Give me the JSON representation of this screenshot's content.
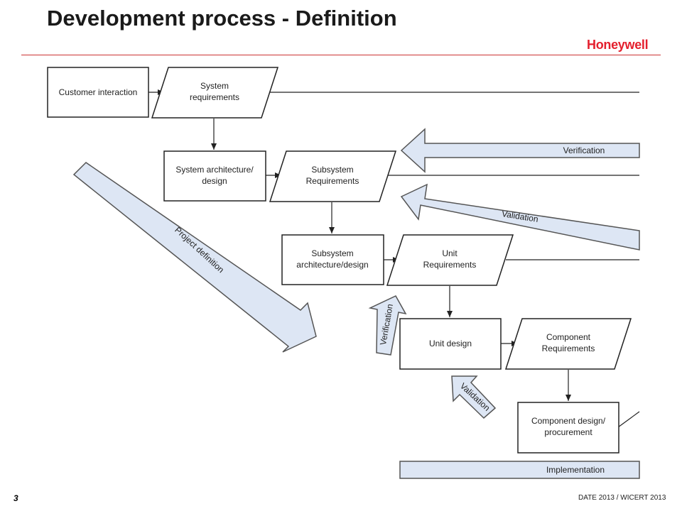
{
  "slide": {
    "title": "Development process - Definition",
    "logo": "Honeywell",
    "page_number": "3",
    "footer": "DATE 2013 / WICERT 2013"
  },
  "diagram": {
    "nodes": {
      "customer_interaction": "Customer interaction",
      "system_requirements": [
        "System",
        "requirements"
      ],
      "system_architecture": [
        "System architecture/",
        "design"
      ],
      "subsystem_requirements": [
        "Subsystem",
        "Requirements"
      ],
      "subsystem_architecture": [
        "Subsystem",
        "architecture/design"
      ],
      "unit_requirements": [
        "Unit",
        "Requirements"
      ],
      "unit_design": "Unit design",
      "component_requirements": [
        "Component",
        "Requirements"
      ],
      "component_design": [
        "Component design/",
        "procurement"
      ]
    },
    "arrows": {
      "verification_top": "Verification",
      "validation_top": "Validation",
      "project_definition": "Project definition",
      "verification_small": "Verification",
      "validation_small": "Validation",
      "implementation": "Implementation"
    }
  },
  "colors": {
    "arrow_fill": "#dde6f4",
    "logo": "#e4202e",
    "rule": "#cc3333"
  }
}
